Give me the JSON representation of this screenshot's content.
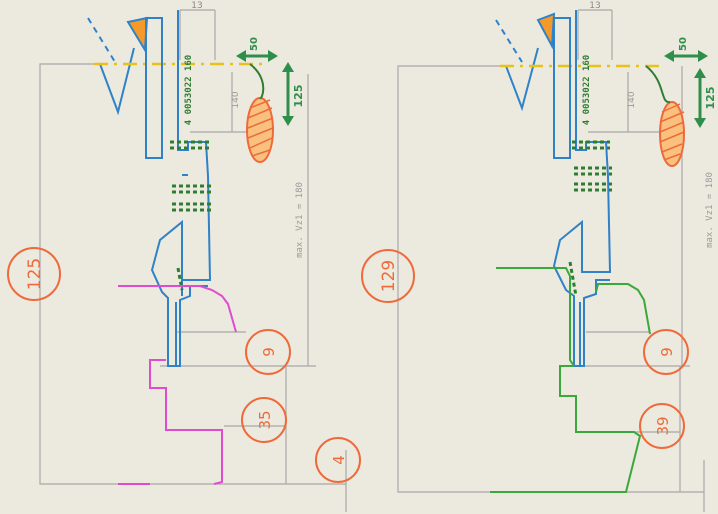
{
  "colors": {
    "paper": "#ece9df",
    "dimension_line": "#a9a9a9",
    "tool_blue": "#2f82c8",
    "hatch_green": "#2e7d32",
    "arrow_green": "#2f8f4a",
    "magenta": "#e04cd0",
    "green_profile": "#3aa83a",
    "circle_orange": "#ef6a3a",
    "yellow_line": "#e7c21a",
    "accent_orange": "#f59a2a"
  },
  "left_drawing": {
    "top_dim": "13",
    "arrow_horizontal_label": "50",
    "arrow_vertical_label": "125",
    "vertical_code": "4 0053022 160",
    "dim_140": "140",
    "max_label": "max. Vz1 = 180",
    "circle_main": "125",
    "circle_9": "9",
    "circle_35": "35",
    "circle_4": "4"
  },
  "right_drawing": {
    "top_dim": "13",
    "arrow_horizontal_label": "50",
    "arrow_vertical_label": "125",
    "vertical_code": "4 0053022 160",
    "dim_140": "140",
    "max_label": "max. Vz1 = 180",
    "circle_main": "129",
    "circle_9": "9",
    "circle_39": "39"
  }
}
